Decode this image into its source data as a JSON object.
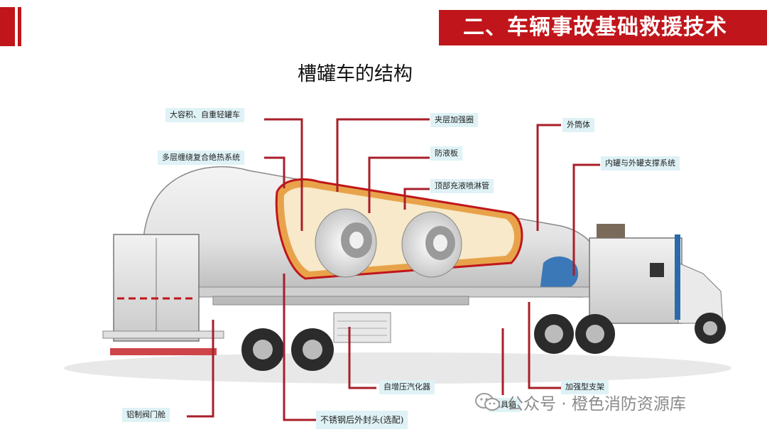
{
  "header": {
    "title": "二、车辆事故基础救援技术"
  },
  "diagram": {
    "title": "槽罐车的结构",
    "labels": {
      "lightweight_tank": "大容积、自重轻罐车",
      "multilayer_insulation": "多层缠绕复合绝热系统",
      "interlayer_ring": "夹层加强圈",
      "baffle": "防液板",
      "top_spray_pipe": "顶部充液喷淋管",
      "outer_shell": "外筒体",
      "inner_outer_support": "内罐与外罐支撑系统",
      "pressure_vaporizer": "自增压汽化器",
      "reinforced_bracket": "加强型支架",
      "aluminum_valve_cabin": "铝制阀门舱",
      "stainless_end_cap": "不锈钢后外封头(选配)",
      "toolbox": "工具箱"
    }
  },
  "watermark": {
    "text": "公众号 · 橙色消防资源库",
    "icon": "wechat-icon"
  },
  "colors": {
    "accent": "#c0161b",
    "leader": "#a81f2a",
    "label_bg": "#dff2f6"
  }
}
